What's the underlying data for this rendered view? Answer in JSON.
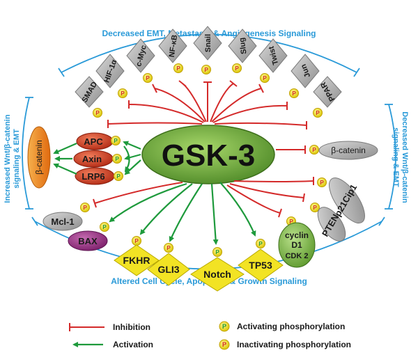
{
  "center": {
    "label": "GSK-3"
  },
  "arcs": {
    "top": "Decreased EMT, Metastasis & Angiogenesis Signaling",
    "bottom": "Altered Cell Cycle, Apoptosis & Growth Signaling",
    "left_1": "Increased Wnt/β-catenin",
    "left_2": "signaling & EMT",
    "right_1": "Decreased Wnt/β-catenin",
    "right_2": "signaling & EMT"
  },
  "top_targets": [
    "SMAD",
    "HIF-1α",
    "c-Myc",
    "NF-κB",
    "Snail",
    "Slug",
    "Twist",
    "Jun",
    "PPAR"
  ],
  "left_complex": [
    "APC",
    "Axin",
    "LRP6"
  ],
  "beta_catenin_left": "β-catenin",
  "beta_catenin_right": "β-catenin",
  "right_targets": [
    "p21Cip1",
    "PTEN"
  ],
  "cyclin": {
    "line1": "cyclin",
    "line2": "D1",
    "line3": "CDK 2"
  },
  "left_targets": [
    "Mcl-1",
    "BAX"
  ],
  "activated_targets": [
    "FKHR",
    "GLI3",
    "Notch",
    "TP53"
  ],
  "phospho_mark": "P",
  "legend": {
    "inhibition": "Inhibition",
    "activation": "Activation",
    "activating": "Activating phosphorylation",
    "inactivating": "Inactivating phosphorylation"
  },
  "colors": {
    "inhibit": "#d42a2a",
    "activate": "#1e9a3c",
    "arc": "#2a9ad8",
    "center": "#6fae3a",
    "diamond": "#a9a9a9",
    "yellow": "#f2e324",
    "red_node": "#d0351d",
    "purple": "#9b2f86",
    "orange": "#f08a1e"
  }
}
